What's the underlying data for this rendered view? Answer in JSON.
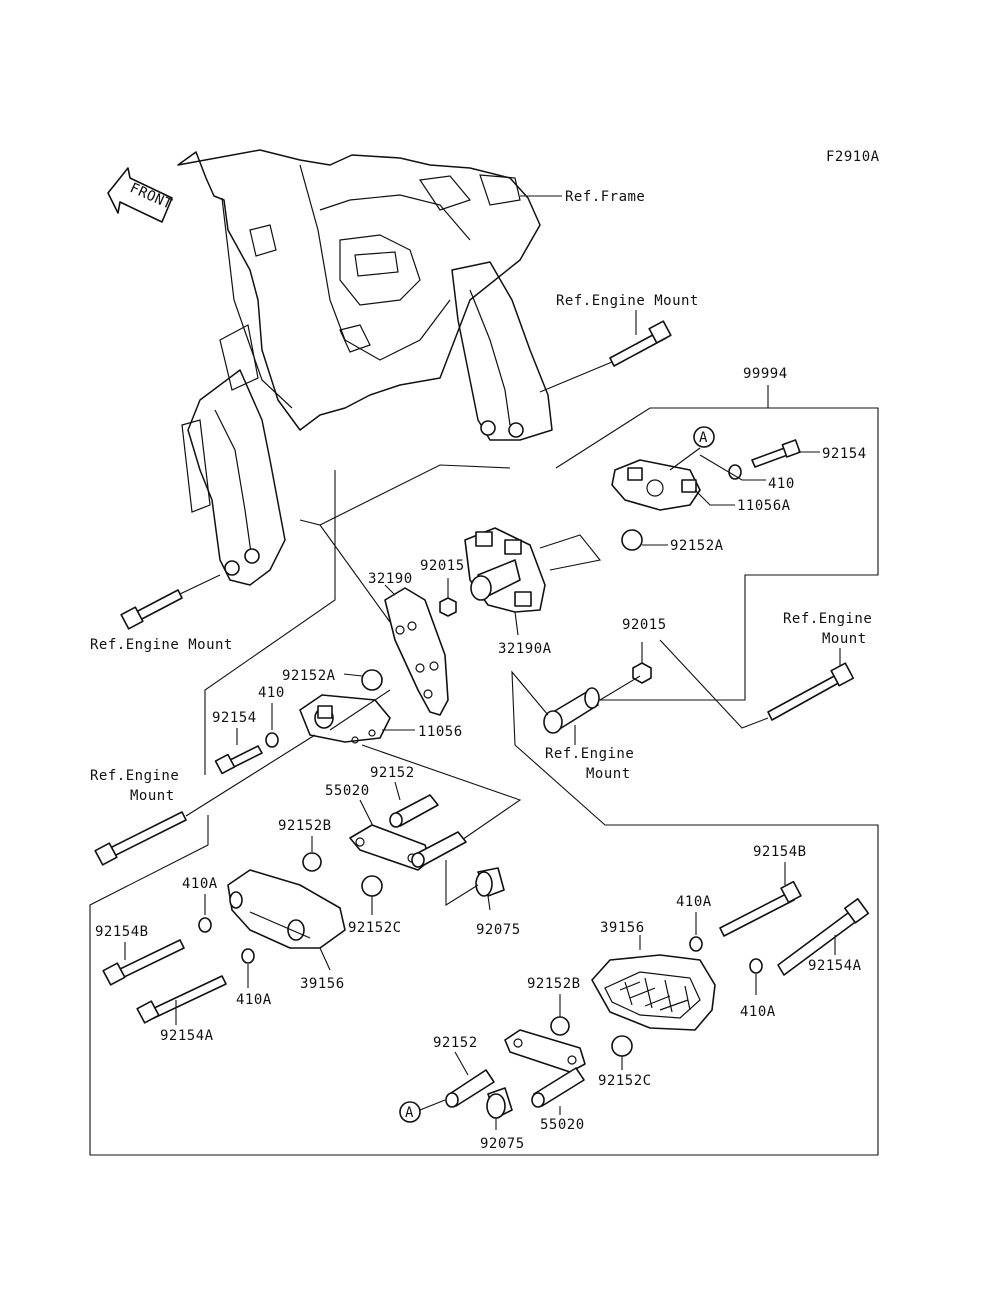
{
  "figure_code": "F2910A",
  "direction_badge": "FRONT",
  "callout_a": "A",
  "callouts": {
    "ref_frame": "Ref.Frame",
    "ref_engine_mount_top": "Ref.Engine Mount",
    "ref_engine_mount_left": "Ref.Engine Mount",
    "ref_engine_mount_right_1": "Ref.Engine",
    "ref_engine_mount_right_2": "Mount",
    "ref_engine_mount_center_1": "Ref.Engine",
    "ref_engine_mount_center_2": "Mount",
    "ref_engine_mount_lowerleft_1": "Ref.Engine",
    "ref_engine_mount_lowerleft_2": "Mount"
  },
  "parts": {
    "p99994": "99994",
    "p92154_top": "92154",
    "p410_top": "410",
    "p11056A": "11056A",
    "p92152A_right": "92152A",
    "p92015_upper": "92015",
    "p32190": "32190",
    "p32190A": "32190A",
    "p92015_right": "92015",
    "p92152A_left": "92152A",
    "p410_left": "410",
    "p92154_left": "92154",
    "p11056": "11056",
    "p92152_upper": "92152",
    "p55020_upper": "55020",
    "p92152B_left": "92152B",
    "p410A_left": "410A",
    "p92154B_left": "92154B",
    "p92152C_left": "92152C",
    "p92075_left": "92075",
    "p39156_left": "39156",
    "p410A_lower_left": "410A",
    "p92154A_left": "92154A",
    "p92154B_right": "92154B",
    "p410A_right_upper": "410A",
    "p39156_right": "39156",
    "p92154A_right": "92154A",
    "p410A_right_lower": "410A",
    "p92152B_right": "92152B",
    "p92152_lower": "92152",
    "p92152C_right": "92152C",
    "p92075_right": "92075",
    "p55020_lower": "55020"
  }
}
